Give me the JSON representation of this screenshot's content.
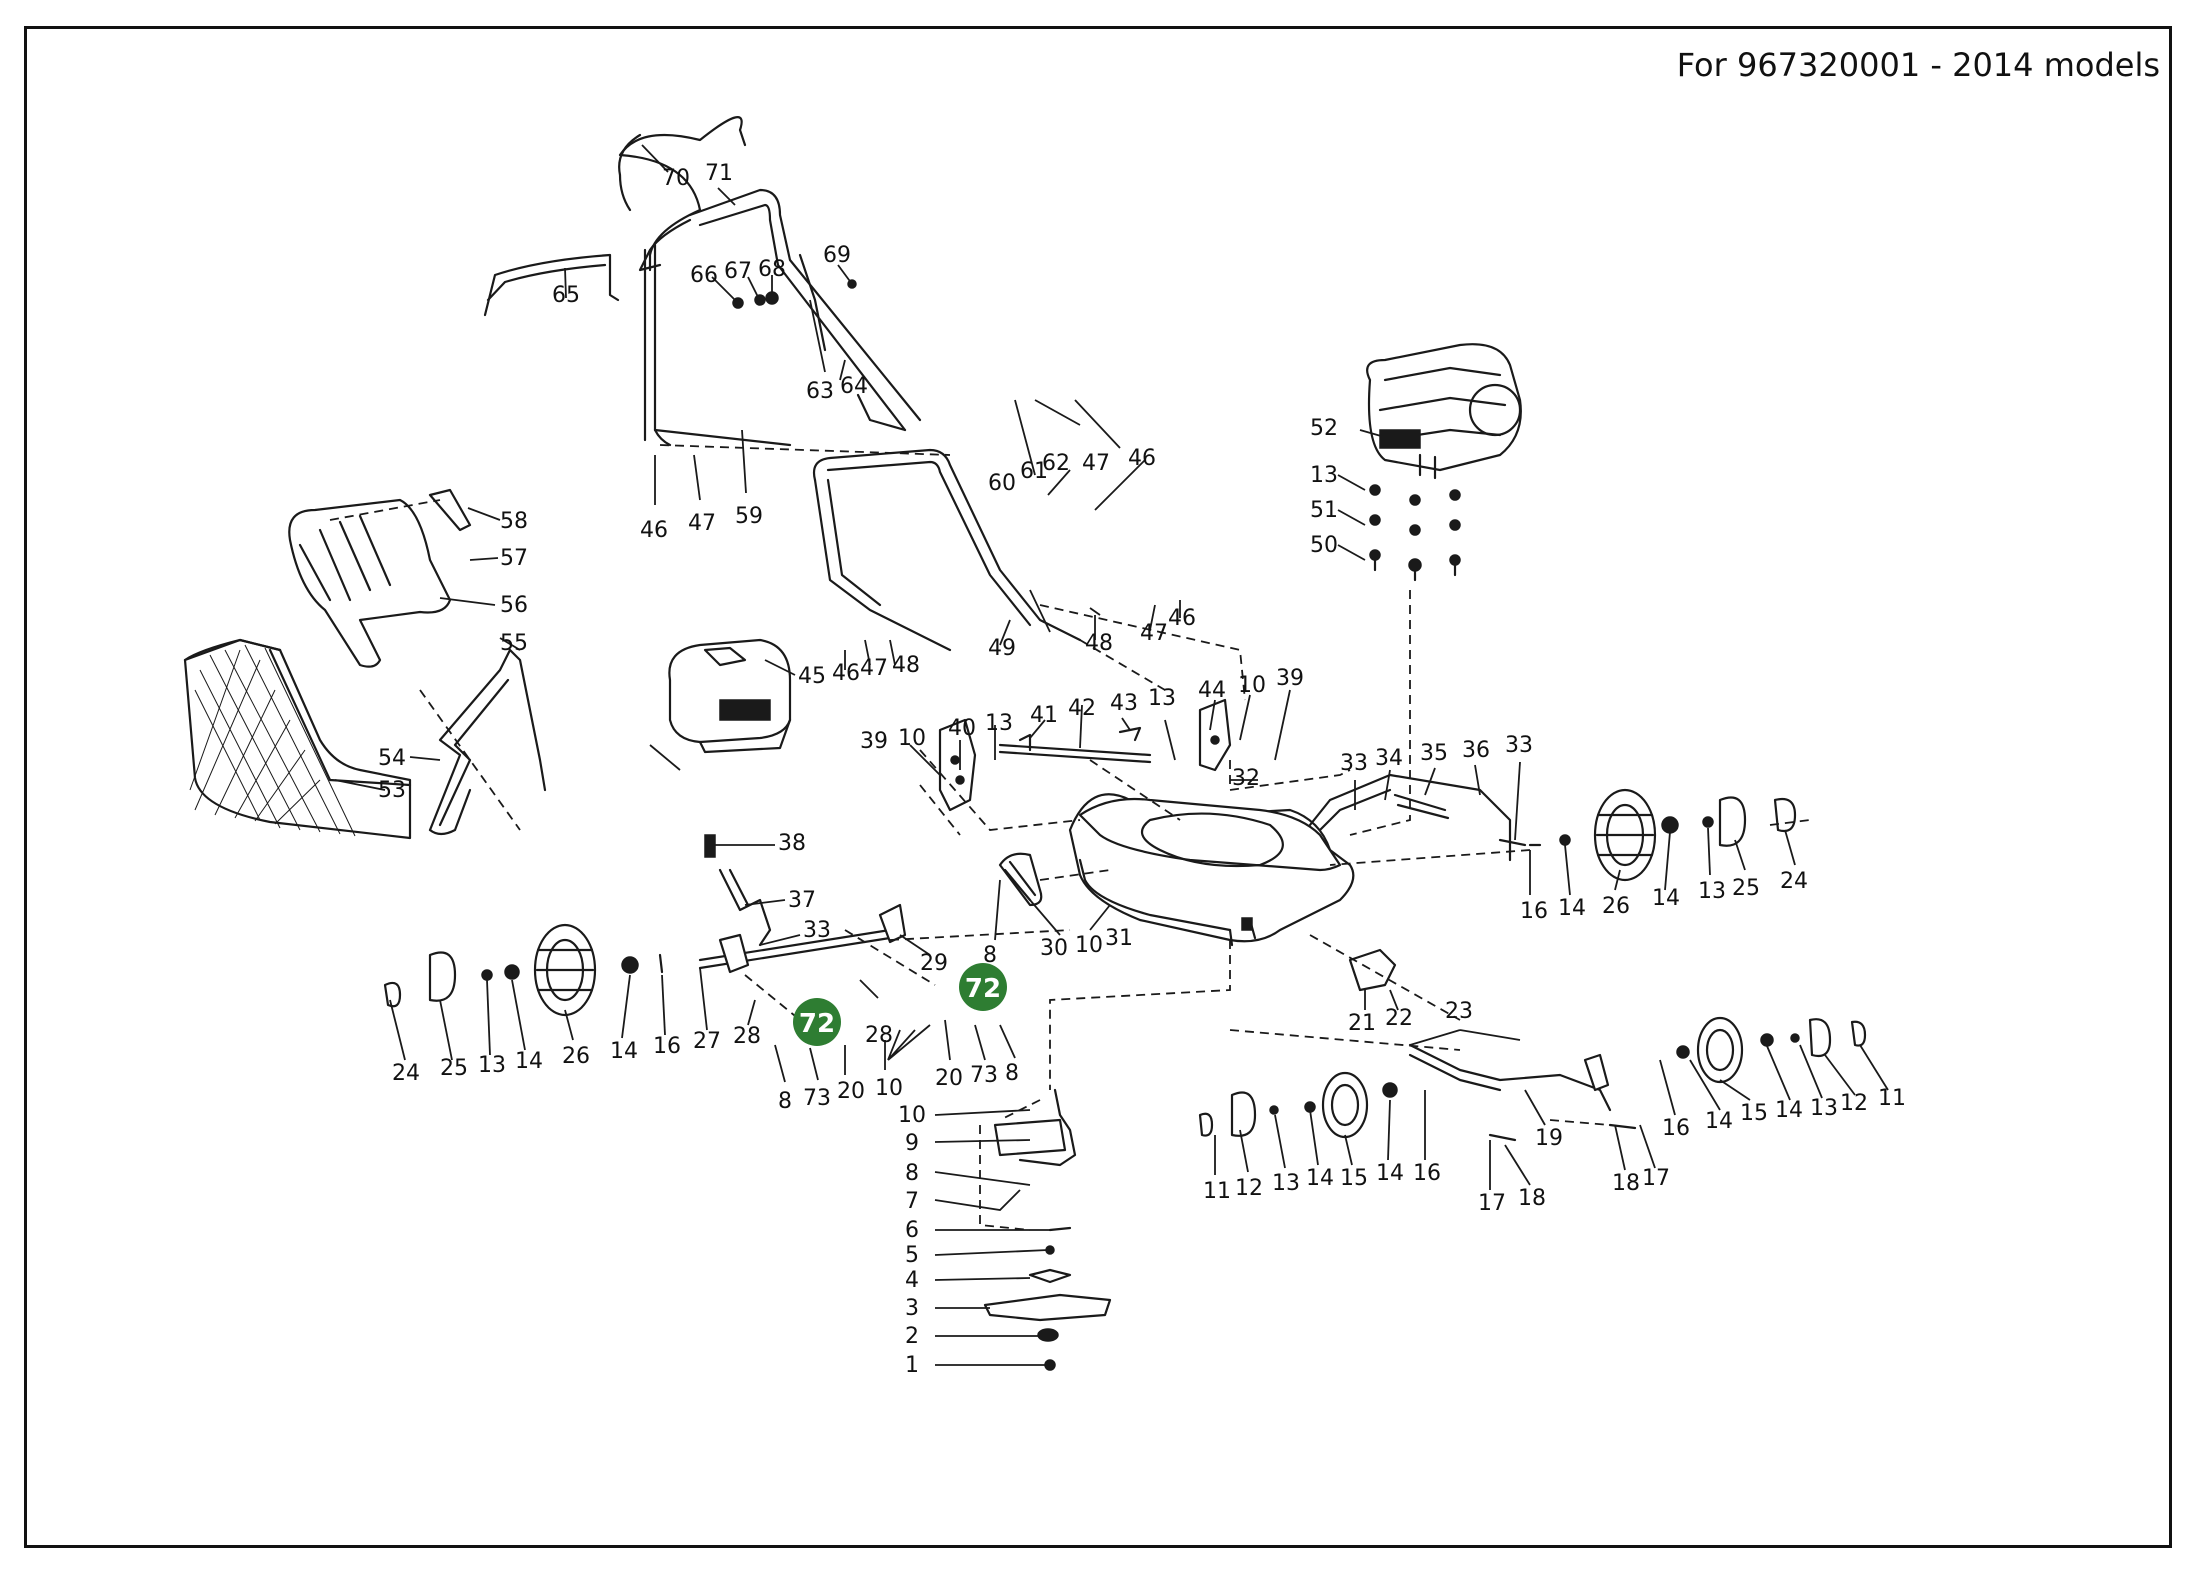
{
  "caption": "For 967320001 - 2014 models",
  "highlight_label": "72",
  "highlight_color": "#2e7d32",
  "part_labels": [
    "70",
    "71",
    "65",
    "66",
    "67",
    "68",
    "69",
    "63",
    "64",
    "46",
    "47",
    "59",
    "61",
    "62",
    "47",
    "46",
    "60",
    "58",
    "57",
    "56",
    "55",
    "54",
    "53",
    "52",
    "13",
    "51",
    "50",
    "45",
    "46",
    "47",
    "48",
    "49",
    "48",
    "47",
    "46",
    "39",
    "10",
    "40",
    "13",
    "41",
    "42",
    "43",
    "13",
    "44",
    "10",
    "39",
    "32",
    "33",
    "34",
    "35",
    "36",
    "33",
    "16",
    "14",
    "26",
    "14",
    "13",
    "25",
    "24",
    "38",
    "37",
    "33",
    "8",
    "30",
    "10",
    "31",
    "29",
    "24",
    "25",
    "13",
    "14",
    "26",
    "14",
    "16",
    "27",
    "28",
    "8",
    "73",
    "20",
    "10",
    "28",
    "20",
    "73",
    "8",
    "10",
    "9",
    "8",
    "7",
    "6",
    "5",
    "4",
    "3",
    "2",
    "1",
    "21",
    "22",
    "23",
    "19",
    "16",
    "14",
    "15",
    "14",
    "13",
    "12",
    "11",
    "11",
    "12",
    "13",
    "14",
    "15",
    "14",
    "16",
    "17",
    "18",
    "18",
    "17"
  ]
}
